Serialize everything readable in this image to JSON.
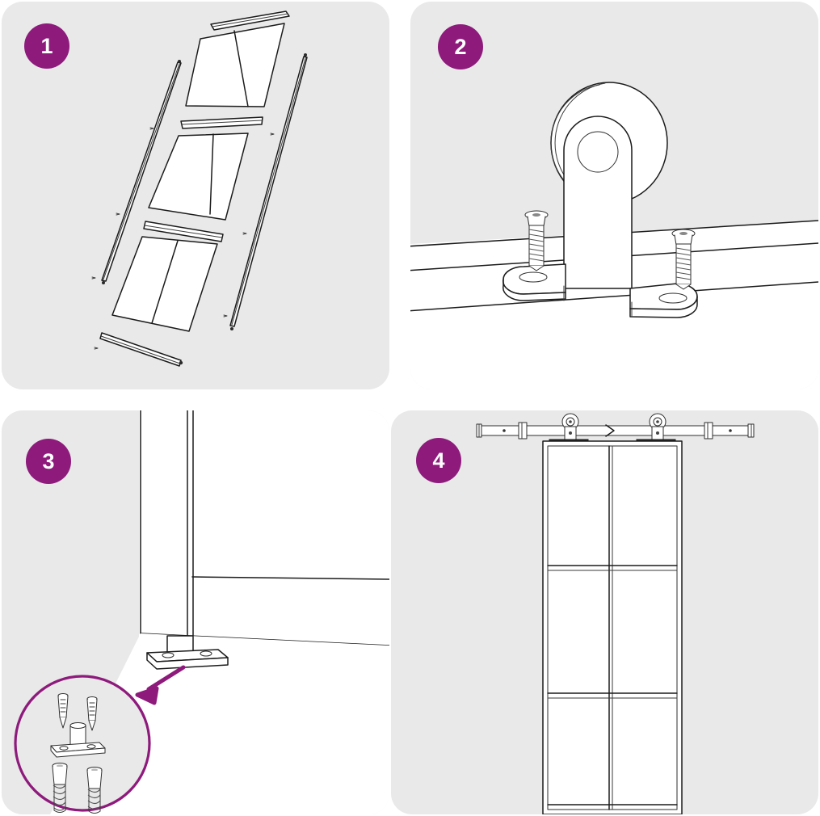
{
  "document": {
    "kind": "assembly-instruction-sheet",
    "product": "sliding barn door kit",
    "panel_count": 4,
    "background_color": "#ffffff",
    "panel_background_color": "#e9e9e9",
    "badge_color": "#8e1a7c",
    "badge_text_color": "#ffffff",
    "line_color": "#1b1b1b",
    "accent_color": "#8e1a7c"
  },
  "panels": [
    {
      "number": "1",
      "name": "door-frame-exploded-view",
      "description": "Exploded view of glass door panel assembly with vertical side stiles, horizontal rails and three pairs of glass panes",
      "parts": [
        "top horizontal rail",
        "left vertical stile",
        "right vertical stile",
        "upper glass pane pair",
        "middle horizontal rail",
        "middle glass pane pair",
        "lower horizontal rail",
        "lower glass pane pair",
        "bottom horizontal rail"
      ]
    },
    {
      "number": "2",
      "name": "roller-hanger-mounting",
      "description": "Roller wheel hanger bracket being mounted onto the wall rail with two countersunk screws",
      "parts": [
        "roller wheel",
        "hanger bracket plate",
        "countersunk screw left",
        "countersunk screw right",
        "wall rail"
      ]
    },
    {
      "number": "3",
      "name": "floor-guide-installation",
      "description": "Floor guide bracket installed at the bottom of the door with magnified inset showing fixing hardware",
      "inset": {
        "name": "hardware-detail-inset",
        "parts": [
          "screw left",
          "screw right",
          "floor guide bracket with pin",
          "wall anchor left",
          "wall anchor right"
        ]
      }
    },
    {
      "number": "4",
      "name": "completed-door-assembly",
      "description": "Finished sliding barn door hung on the rail with two roller hangers, six glass panes in a 2 by 3 grid",
      "parts": [
        "rail",
        "rail end cap left",
        "rail end cap right",
        "rail stopper left",
        "rail stopper right",
        "roller hanger left",
        "roller hanger right",
        "door slab with six panes"
      ]
    }
  ]
}
